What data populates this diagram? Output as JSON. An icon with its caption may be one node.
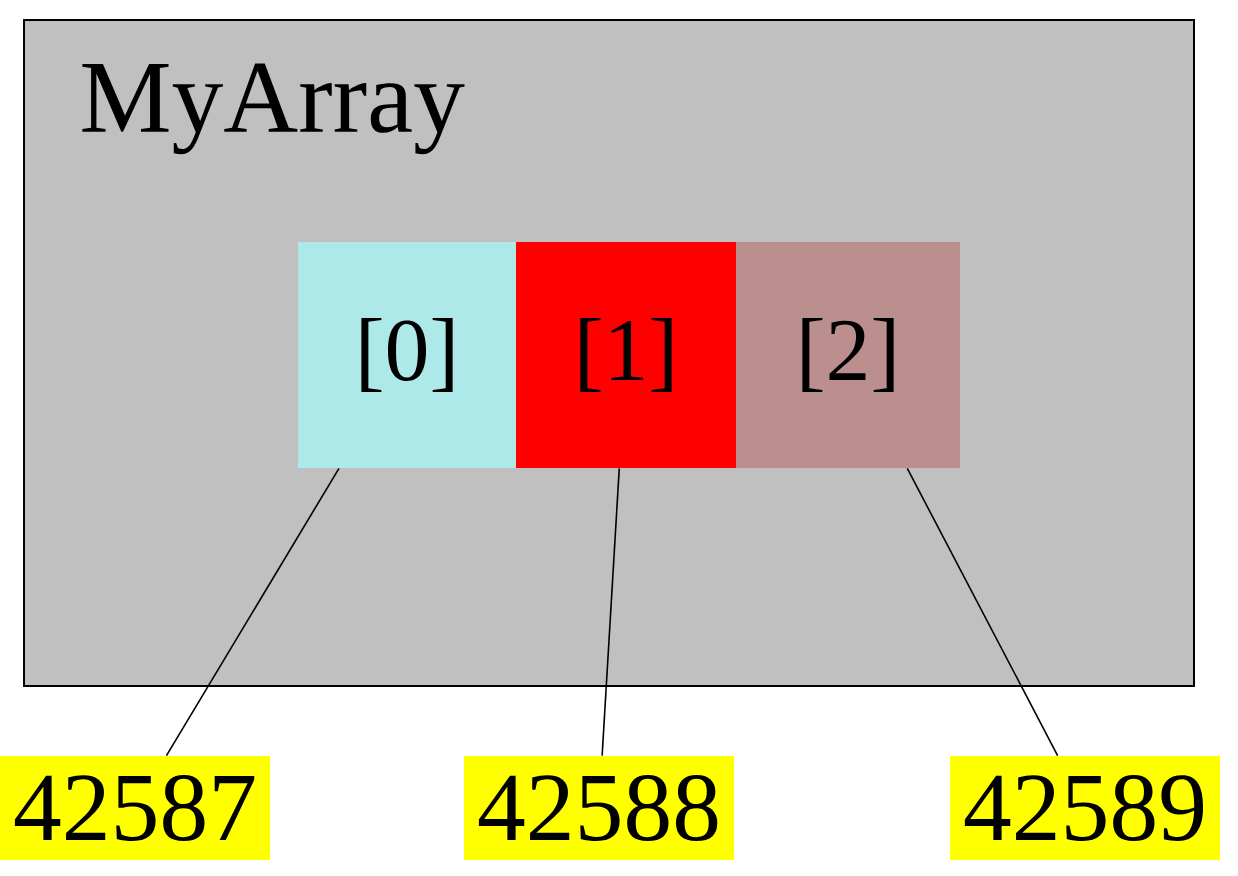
{
  "diagram": {
    "nodes": [
      {
        "text": [
          "MyArray"
        ]
      },
      {
        "text": [
          "[0]"
        ],
        "in": 0
      },
      {
        "text": [
          "[1]"
        ],
        "in": 0
      },
      {
        "text": [
          "[2]"
        ],
        "in": 0
      },
      {
        "text": [
          "42587"
        ]
      },
      {
        "text": [
          "42588"
        ]
      },
      {
        "text": [
          "42589"
        ]
      }
    ],
    "edges": [
      {
        "from": 4,
        "to": 1,
        "arrow": "none"
      },
      {
        "from": 5,
        "to": 2,
        "arrow": "none"
      },
      {
        "from": 6,
        "to": 3,
        "arrow": "none"
      }
    ]
  }
}
